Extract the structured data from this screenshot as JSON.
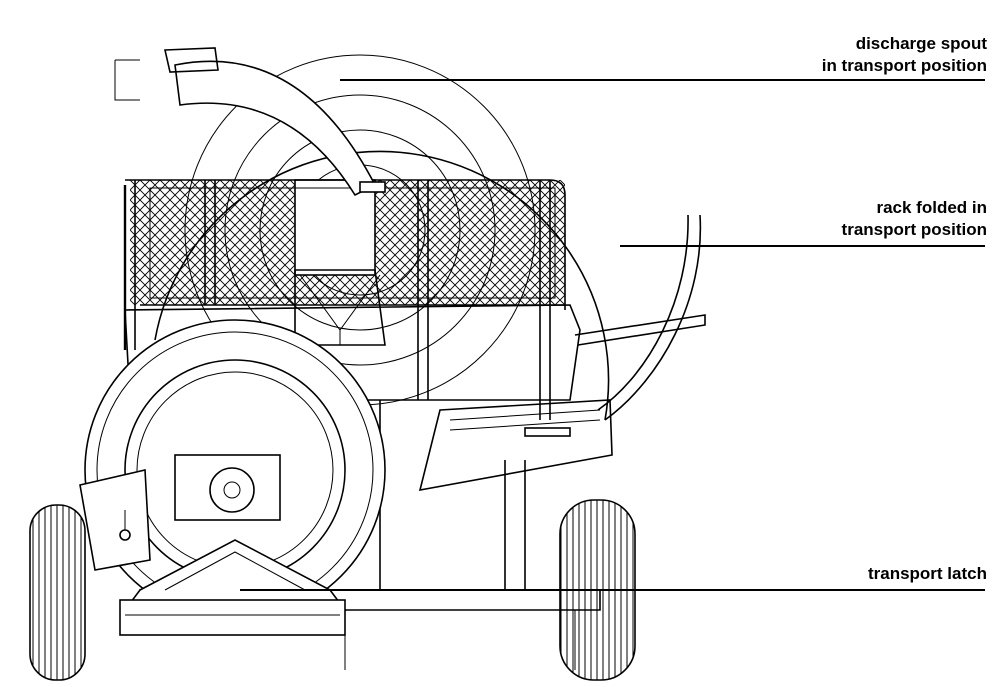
{
  "labels": {
    "discharge_spout": [
      "discharge spout",
      "in transport position"
    ],
    "rack": [
      "rack folded in",
      "transport position"
    ],
    "transport_latch": [
      "transport latch"
    ]
  },
  "colors": {
    "ink": "#000000",
    "paper": "#ffffff"
  }
}
